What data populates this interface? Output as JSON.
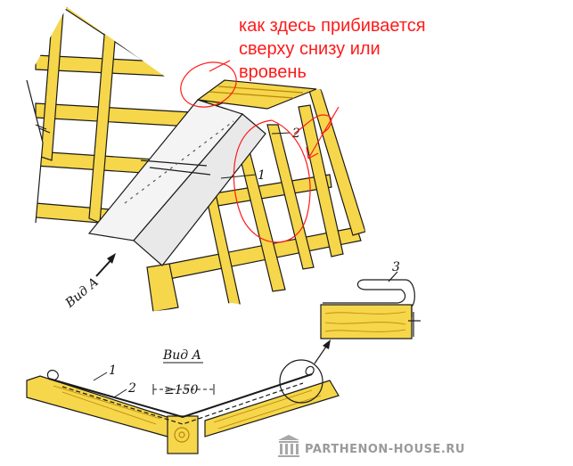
{
  "question_lines": [
    "как здесь прибивается",
    "сверху снизу или",
    "вровень"
  ],
  "labels": {
    "callout_1_top": "1",
    "callout_2_top": "2",
    "view_a_arrow": "Вид A",
    "view_a_title": "Вид A",
    "callout_1_bottom": "1",
    "callout_2_bottom": "2",
    "dimension": "≥150",
    "callout_3": "3"
  },
  "watermark": "PARTHENON-HOUSE.RU",
  "colors": {
    "wood": "#f6d64a",
    "wood_grain": "#b8860b",
    "outline": "#1a1a1a",
    "annotation": "#ff1a1a",
    "sheet": "#f4f4f4"
  }
}
